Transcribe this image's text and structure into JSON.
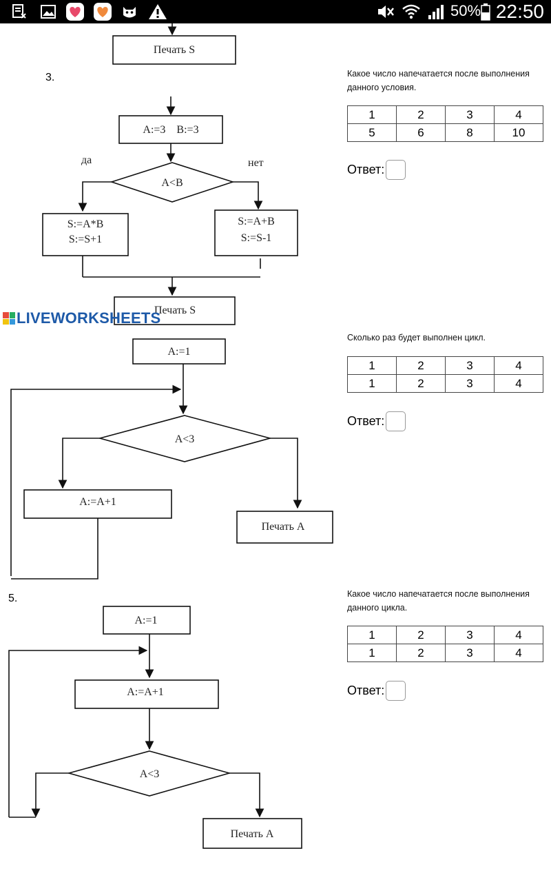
{
  "status_bar": {
    "icons": [
      "notes-icon",
      "gallery-icon",
      "heart-app-icon",
      "heart-app-icon",
      "cat-icon",
      "warning-icon"
    ],
    "right_icons": [
      "mute-icon",
      "wifi-icon",
      "signal-icon",
      "battery-icon"
    ],
    "battery": "50%",
    "time": "22:50"
  },
  "top_flow": {
    "print_box": "Печать S"
  },
  "question3": {
    "number": "3.",
    "flow": {
      "assign": "A:=3    B:=3",
      "yes": "да",
      "no": "нет",
      "condition": "A<B",
      "left_box_line1": "S:=A*B",
      "left_box_line2": "S:=S+1",
      "right_box_line1": "S:=A+B",
      "right_box_line2": "S:=S-1",
      "print": "Печать S"
    },
    "text": "Какое число напечатается после выполнения данного условия.",
    "table": [
      [
        "1",
        "2",
        "3",
        "4"
      ],
      [
        "5",
        "6",
        "8",
        "10"
      ]
    ],
    "answer_label": "Ответ:"
  },
  "watermark": "LIVEWORKSHEETS",
  "question4": {
    "flow": {
      "assign": "A:=1",
      "condition": "A<3",
      "body": "A:=A+1",
      "print": "Печать A"
    },
    "text": "Сколько раз будет выполнен цикл.",
    "table": [
      [
        "1",
        "2",
        "3",
        "4"
      ],
      [
        "1",
        "2",
        "3",
        "4"
      ]
    ],
    "answer_label": "Ответ:"
  },
  "question5": {
    "number": "5.",
    "flow": {
      "assign": "A:=1",
      "body": "A:=A+1",
      "condition": "A<3",
      "print": "Печать A"
    },
    "text": "Какое число напечатается после выполнения данного цикла.",
    "table": [
      [
        "1",
        "2",
        "3",
        "4"
      ],
      [
        "1",
        "2",
        "3",
        "4"
      ]
    ],
    "answer_label": "Ответ:"
  }
}
